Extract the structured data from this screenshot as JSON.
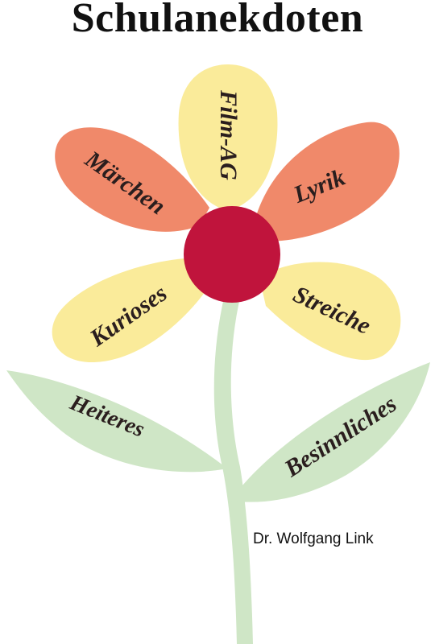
{
  "title": "Schulanekdoten",
  "author": "Dr. Wolfgang Link",
  "colors": {
    "petal_orange": "#f0896a",
    "petal_yellow": "#faeb9a",
    "center": "#c0143c",
    "leaf": "#cfe6c6",
    "stem": "#cfe6c6",
    "label_text": "#2a1e1e"
  },
  "petals": {
    "top": "Film-AG",
    "upper_left": "Märchen",
    "upper_right": "Lyrik",
    "lower_left": "Kurioses",
    "lower_right": "Streiche"
  },
  "leaves": {
    "left": "Heiteres",
    "right": "Besinnliches"
  }
}
